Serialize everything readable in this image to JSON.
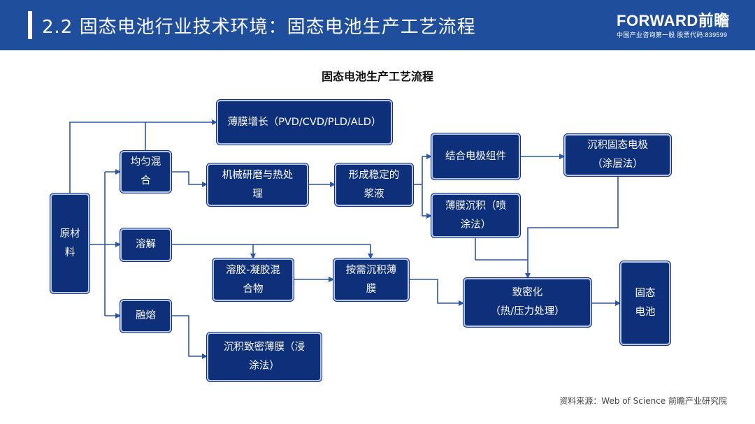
{
  "header": {
    "title": "2.2 固态电池行业技术环境：固态电池生产工艺流程",
    "logo_main": "FORWARD前瞻",
    "logo_sub": "中国产业咨询第一股 股票代码:839599"
  },
  "diagram": {
    "title": "固态电池生产工艺流程",
    "nodes": {
      "raw": "原材\n料",
      "mix": "均匀混\n合",
      "dissolve": "溶解",
      "melt": "融熔",
      "film_growth": "薄膜增长（PVD/CVD/PLD/ALD）",
      "grind": "机械研磨与热处\n理",
      "slurry": "形成稳定的\n浆液",
      "electrode": "结合电极组件",
      "spray": "薄膜沉积（喷\n涂法）",
      "deposit_coat": "沉积固态电极\n（涂层法）",
      "solgel": "溶胶-凝胶混\n合物",
      "ondemand": "按需沉积薄\n膜",
      "densify": "致密化\n（热/压力处理）",
      "battery": "固态\n电池",
      "dip": "沉积致密薄膜（浸\n涂法）"
    }
  },
  "source": "资料来源：Web of Science 前瞻产业研究院",
  "colors": {
    "header_bg": "#1f4e9c",
    "node_bg": "#0e2f7a",
    "node_border": "#b6c6e6",
    "connector": "#2a56a8"
  }
}
